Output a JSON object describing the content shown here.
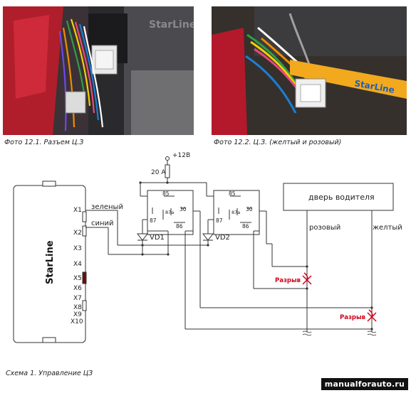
{
  "photos": [
    {
      "caption": "Фото 12.1. Разъем Ц.З",
      "watermark": "StarLine"
    },
    {
      "caption": "Фото 12.2. Ц.З. (желтый и розовый)",
      "brand_tag": "StarLine"
    }
  ],
  "schematic": {
    "power_label": "+12В",
    "fuse_label": "20 А",
    "unit_brand": "StarLine",
    "connector_labels": [
      "X1",
      "X2",
      "X3",
      "X4",
      "X5",
      "X6",
      "X7",
      "X8",
      "X9",
      "X10"
    ],
    "wire_green": "зеленый",
    "wire_blue": "синий",
    "relay_pins": {
      "p85": "85",
      "p30": "30",
      "p87": "87",
      "p87a": "87a",
      "p86": "86"
    },
    "diode1": "VD1",
    "diode2": "VD2",
    "door_box": "дверь водителя",
    "wire_pink": "розовый",
    "wire_yellow": "желтый",
    "break_label_1": "Разрыв",
    "break_label_2": "Разрыв",
    "caption": "Схема 1. Управление ЦЗ"
  },
  "footer": {
    "watermark": "manualforauto.ru"
  },
  "colors": {
    "break_red": "#d0021b",
    "tag_orange": "#f2a91e",
    "tag_blue": "#1d5fb8",
    "line": "#333333"
  }
}
